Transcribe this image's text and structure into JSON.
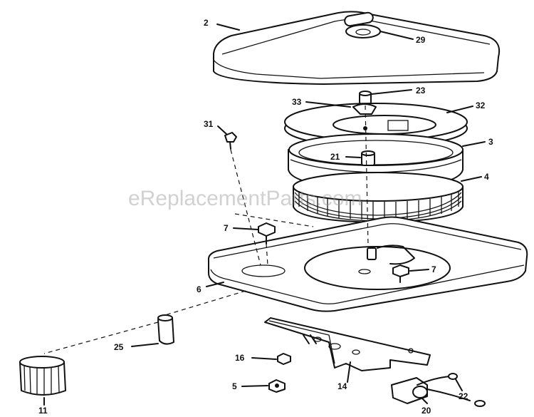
{
  "watermark": "eReplacementParts.com",
  "callouts": {
    "c2": "2",
    "c29": "29",
    "c23": "23",
    "c33": "33",
    "c32": "32",
    "c31": "31",
    "c3": "3",
    "c21": "21",
    "c4": "4",
    "c7a": "7",
    "c7b": "7",
    "c6": "6",
    "c25": "25",
    "c16": "16",
    "c5": "5",
    "c14": "14",
    "c22": "22",
    "c20": "20",
    "c11": "11"
  }
}
